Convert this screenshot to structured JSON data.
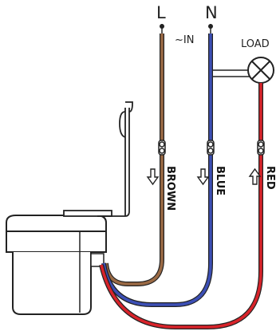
{
  "terminals": {
    "line": "L",
    "neutral": "N",
    "input": "~IN"
  },
  "load": {
    "label": "LOAD"
  },
  "wires": [
    {
      "label": "BROWN",
      "direction": "in",
      "color": "#9b6a45"
    },
    {
      "label": "BLUE",
      "direction": "in",
      "color": "#3c4fb5"
    },
    {
      "label": "RED",
      "direction": "out",
      "color": "#d8232a"
    }
  ],
  "colors": {
    "outline": "#222222",
    "sensor_fill": "#ffffff"
  }
}
